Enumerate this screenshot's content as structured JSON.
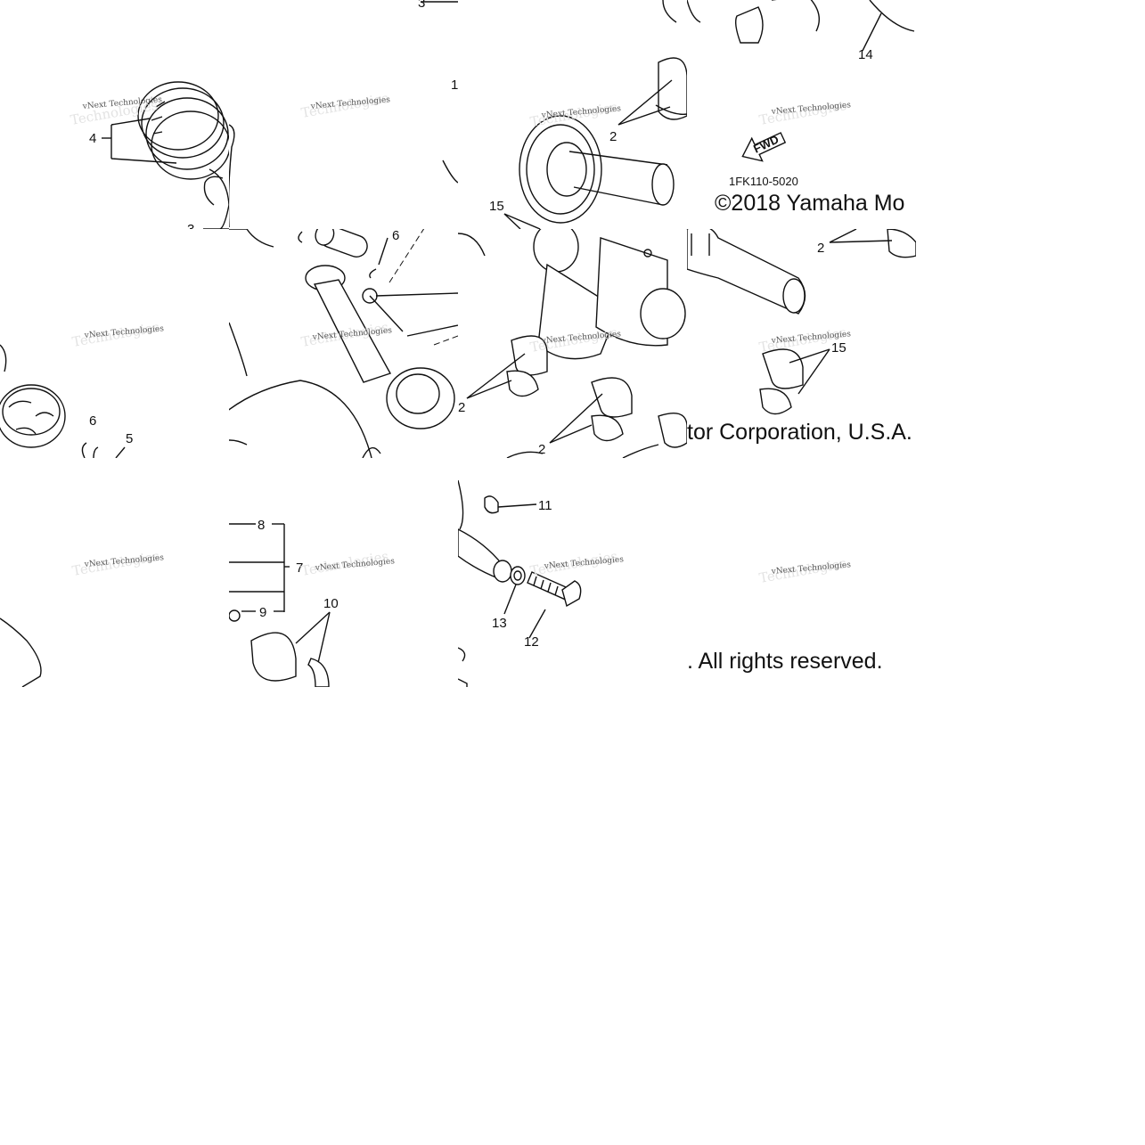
{
  "diagram": {
    "callouts": {
      "c1": "1",
      "c2a": "2",
      "c2b": "2",
      "c2c": "2",
      "c2d": "2",
      "c3": "3",
      "c4": "4",
      "c5": "5",
      "c6a": "6",
      "c6b": "6",
      "c7": "7",
      "c8": "8",
      "c9": "9",
      "c10": "10",
      "c11": "11",
      "c12": "12",
      "c13": "13",
      "c14": "14",
      "c15a": "15",
      "c15b": "15"
    },
    "fwd_label": "FWD",
    "part_code": "1FK110-5020",
    "copyright": {
      "line1": "©2018 Yamaha Mo",
      "line2": "tor Corporation, U.S.A.",
      "line3": ". All rights reserved."
    },
    "watermark": {
      "line1": "vNext Technologies",
      "ghost": "Technologies"
    }
  }
}
